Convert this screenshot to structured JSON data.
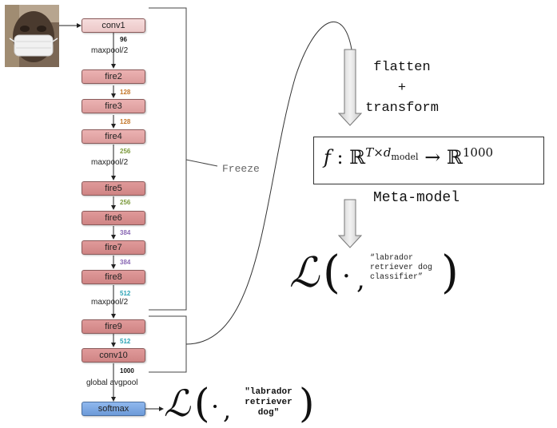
{
  "layers": {
    "conv1": "conv1",
    "fire2": "fire2",
    "fire3": "fire3",
    "fire4": "fire4",
    "fire5": "fire5",
    "fire6": "fire6",
    "fire7": "fire7",
    "fire8": "fire8",
    "fire9": "fire9",
    "conv10": "conv10",
    "softmax": "softmax"
  },
  "channels": {
    "after_conv1": "96",
    "after_fire2": "128",
    "after_fire3": "128",
    "after_fire4": "256",
    "after_fire5": "256",
    "after_fire6": "384",
    "after_fire7": "384",
    "after_fire8": "512",
    "after_fire9": "512",
    "after_conv10": "1000"
  },
  "pools": {
    "pool1": "maxpool/2",
    "pool2": "maxpool/2",
    "pool3": "maxpool/2",
    "global": "global avgpool"
  },
  "labels": {
    "freeze": "Freeze",
    "flatten": "flatten",
    "plus": "+",
    "transform": "transform",
    "meta_model": "Meta-model",
    "quote_small": "“labrador retriever dog classifier”",
    "quote_large": "\"labrador retriever dog\""
  },
  "formula": {
    "f": "f",
    "colon": ":",
    "R": "ℝ",
    "T": "T",
    "times": "×",
    "d": "d",
    "model": "model",
    "arrow": "→",
    "out_dim": "1000"
  },
  "loss": {
    "symbol": "ℒ",
    "open": "(",
    "dot": "·",
    "comma": ",",
    "close": ")"
  },
  "colors": {
    "channel_brown": "#c4782c",
    "channel_green": "#7c9a3c",
    "channel_purple": "#8a68b4",
    "channel_teal": "#2aa2b4",
    "channel_black": "#111111"
  }
}
